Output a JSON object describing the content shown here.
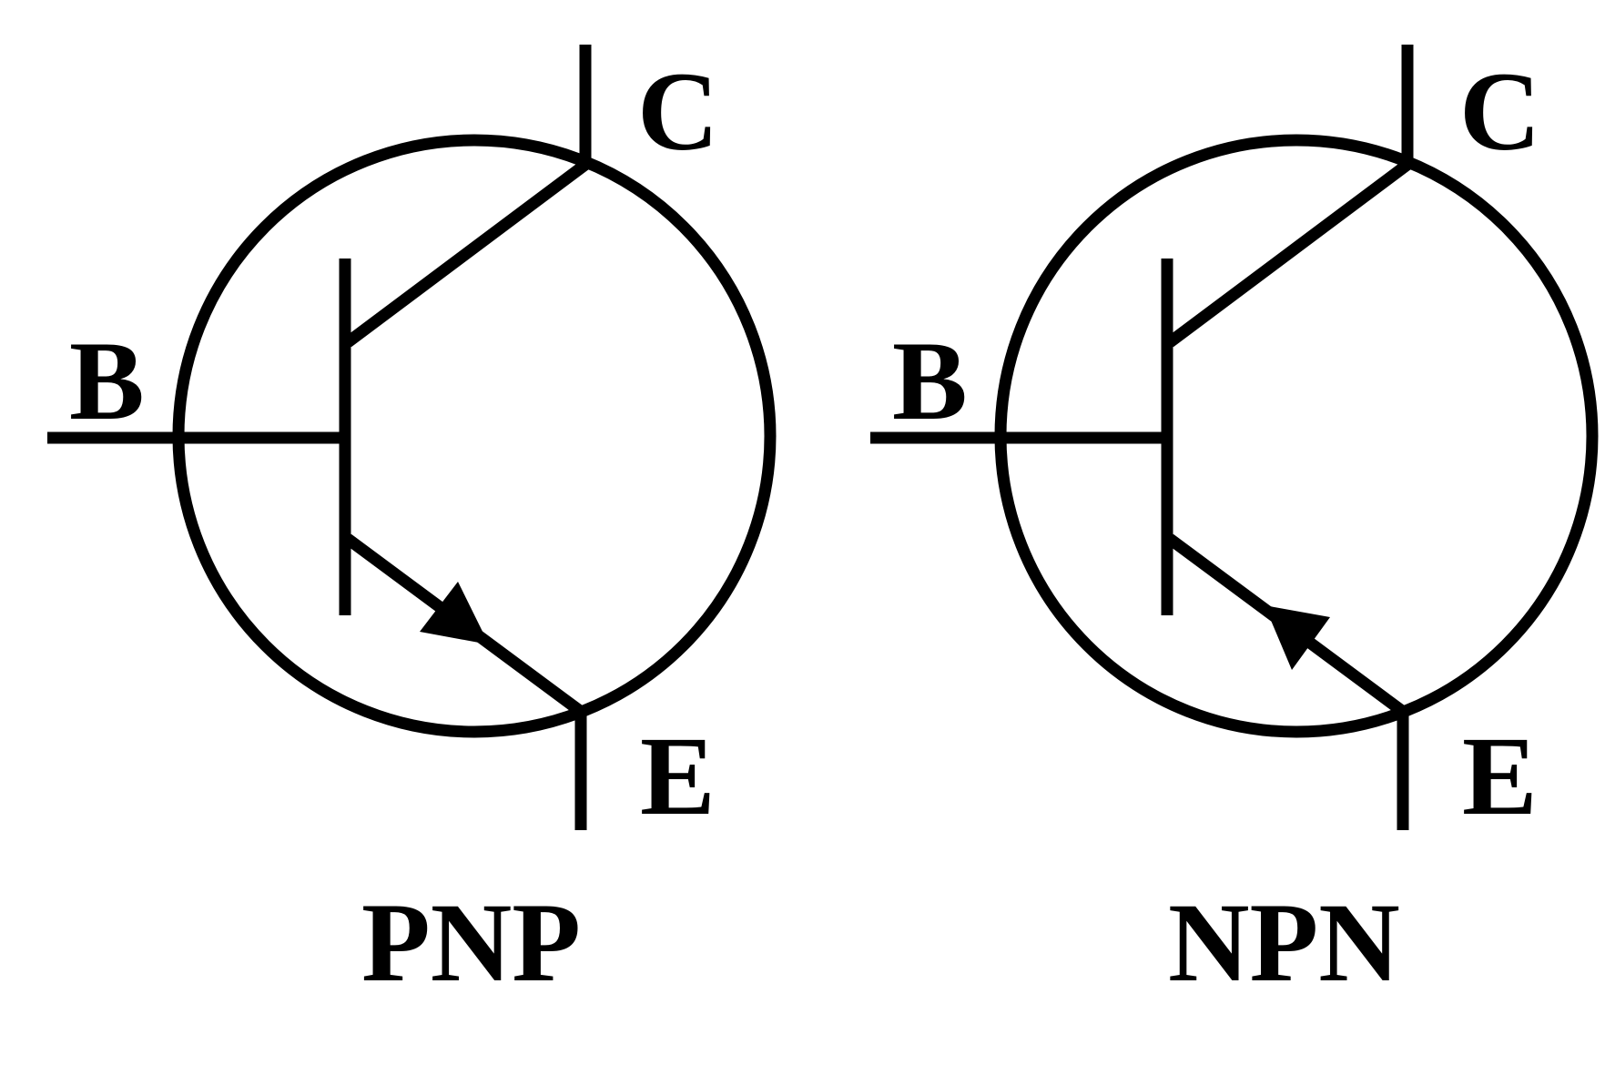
{
  "symbols": [
    {
      "type": "PNP",
      "arrow": "outward",
      "labels": {
        "base": "B",
        "collector": "C",
        "emitter": "E",
        "title": "PNP"
      }
    },
    {
      "type": "NPN",
      "arrow": "inward",
      "labels": {
        "base": "B",
        "collector": "C",
        "emitter": "E",
        "title": "NPN"
      }
    }
  ],
  "colors": {
    "line": "#000000",
    "background": "#ffffff"
  }
}
